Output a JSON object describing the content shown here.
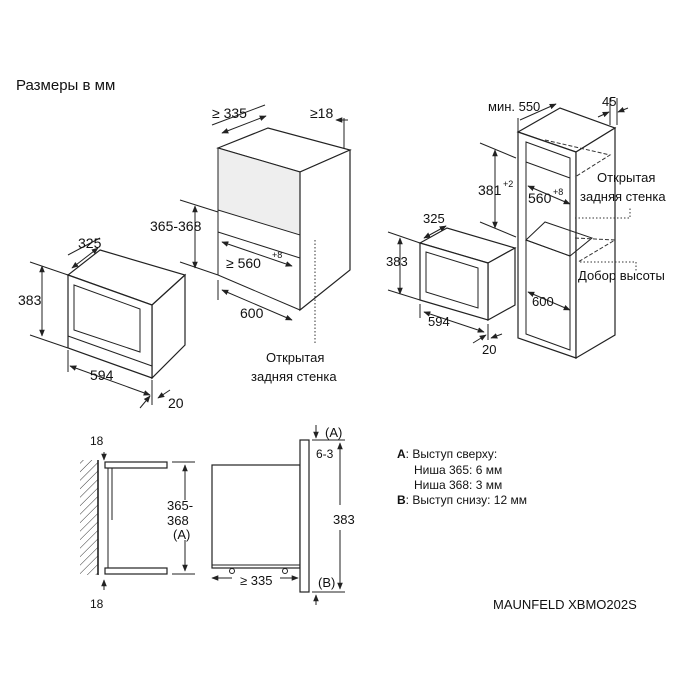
{
  "title": "Размеры в мм",
  "model": "MAUNFELD XBMO202S",
  "view_left": {
    "depth": "325",
    "height": "383",
    "width": "594",
    "front": "20"
  },
  "view_middle": {
    "depth": "≥ 335",
    "side": "≥18",
    "niche_height": "365-368",
    "niche_width": "≥ 560",
    "niche_width_tol": "+8",
    "niche_depth": "600",
    "open_back_1": "Открытая",
    "open_back_2": "задняя стенка"
  },
  "view_right": {
    "min_depth": "мин. 550",
    "gap": "45",
    "niche_height": "381",
    "niche_height_tol": "+2",
    "niche_width": "560",
    "niche_width_tol": "+8",
    "open_back_1": "Открытая",
    "open_back_2": "задняя стенка",
    "depth": "325",
    "height": "383",
    "filler": "Добор высоты",
    "niche_depth": "600",
    "width": "594",
    "front": "20"
  },
  "section": {
    "top_gap": "18",
    "bottom_gap": "18",
    "niche_1": "365-",
    "niche_2": "368",
    "niche_a": "(A)",
    "depth": "≥ 335",
    "a_label": "(A)",
    "a_value": "6-3",
    "height": "383",
    "b_label": "(B)"
  },
  "legend": {
    "a_key": "A",
    "a_text": ": Выступ сверху:",
    "a_line1": "Ниша 365: 6 мм",
    "a_line2": "Ниша 368: 3 мм",
    "b_key": "B",
    "b_text": ": Выступ снизу: 12 мм"
  }
}
